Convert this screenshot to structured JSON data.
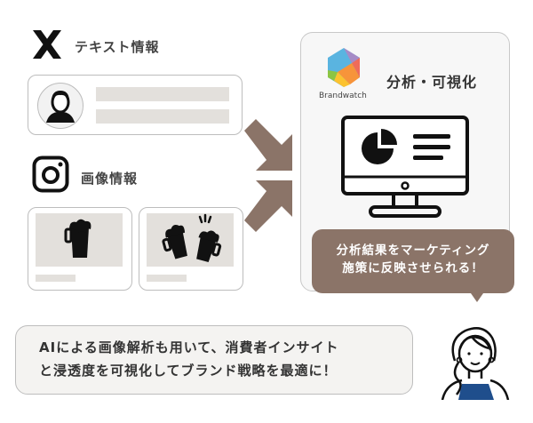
{
  "sources": {
    "x": {
      "icon": "x-logo-icon",
      "label": "テキスト情報"
    },
    "instagram": {
      "icon": "instagram-icon",
      "label": "画像情報"
    }
  },
  "analysis": {
    "brand": "Brandwatch",
    "title": "分析・可視化",
    "bubble_line1": "分析結果をマーケティング",
    "bubble_line2": "施策に反映させられる！"
  },
  "summary": {
    "line1": "AIによる画像解析も用いて、消費者インサイト",
    "line2": "と浸透度を可視化してブランド戦略を最適に！"
  },
  "colors": {
    "accent": "#8b7468",
    "placeholder": "#e3e0dc",
    "shirt": "#1f4e8c"
  }
}
